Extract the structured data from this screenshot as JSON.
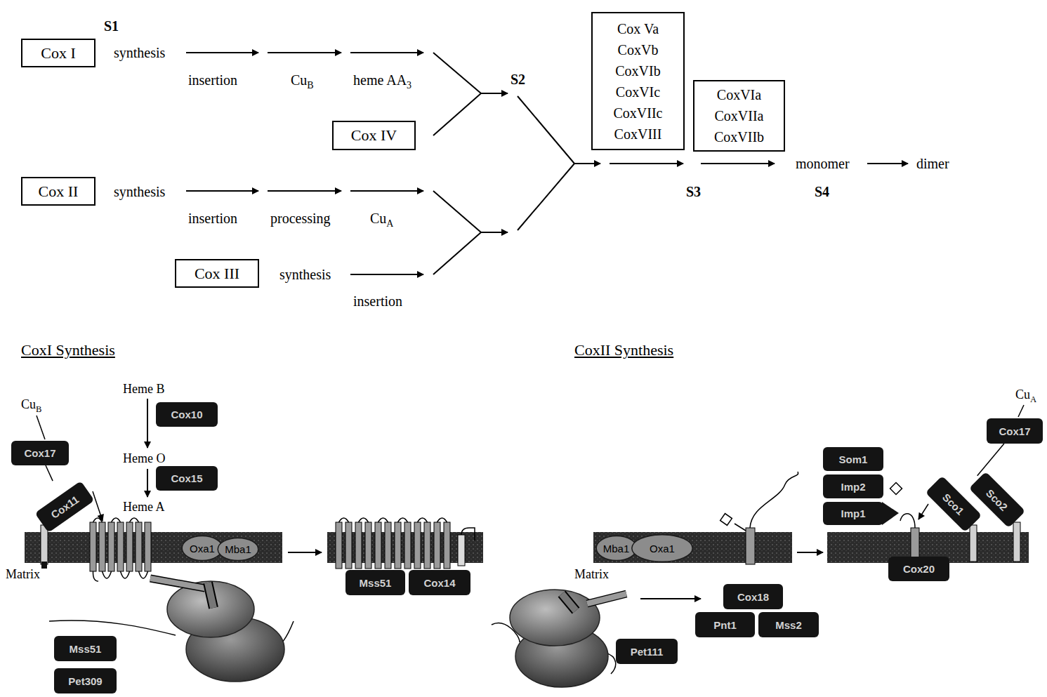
{
  "diagram": {
    "nodes": [
      {
        "text": [
          "Cox I"
        ]
      },
      {
        "text": [
          "Cox IV"
        ]
      },
      {
        "text": [
          "Cox II"
        ]
      },
      {
        "text": [
          "Cox III"
        ]
      },
      {
        "text": [
          "Cox Va",
          "CoxVb",
          "CoxVIb",
          "CoxVIc",
          "CoxVIIc",
          "CoxVIII"
        ]
      },
      {
        "text": [
          "CoxVIa",
          "CoxVIIa",
          "CoxVIIb"
        ]
      },
      {
        "text": [
          "Cox17"
        ]
      },
      {
        "text": [
          "Cox11"
        ]
      },
      {
        "text": [
          "Cox10"
        ]
      },
      {
        "text": [
          "Cox15"
        ]
      },
      {
        "text": [
          "Oxa1"
        ]
      },
      {
        "text": [
          "Mba1"
        ]
      },
      {
        "text": [
          "Mss51"
        ]
      },
      {
        "text": [
          "Cox14"
        ]
      },
      {
        "text": [
          "Mss51"
        ]
      },
      {
        "text": [
          "Pet309"
        ]
      },
      {
        "text": [
          "Mba1"
        ]
      },
      {
        "text": [
          "Oxa1"
        ]
      },
      {
        "text": [
          "Pet111"
        ]
      },
      {
        "text": [
          "Cox18"
        ]
      },
      {
        "text": [
          "Pnt1"
        ]
      },
      {
        "text": [
          "Mss2"
        ]
      },
      {
        "text": [
          "Som1"
        ]
      },
      {
        "text": [
          "Imp2"
        ]
      },
      {
        "text": [
          "Imp1"
        ]
      },
      {
        "text": [
          "Cox17"
        ]
      },
      {
        "text": [
          "Sco1"
        ]
      },
      {
        "text": [
          "Sco2"
        ]
      },
      {
        "text": [
          "Cox20"
        ]
      }
    ],
    "edges": [
      {
        "from": 6,
        "to": 7,
        "arrow": "none"
      },
      {
        "from": 25,
        "to": 26,
        "arrow": "none"
      }
    ],
    "labels": [
      "S1",
      "synthesis",
      "insertion",
      "CuB",
      "heme AA3",
      "S2",
      "synthesis",
      "insertion",
      "processing",
      "CuA",
      "synthesis",
      "insertion",
      "monomer",
      "dimer",
      "S3",
      "S4",
      "CoxI Synthesis",
      "CoxII Synthesis",
      "CuB",
      "Heme B",
      "Heme O",
      "Heme A",
      "Matrix",
      "Matrix",
      "CuA"
    ]
  }
}
